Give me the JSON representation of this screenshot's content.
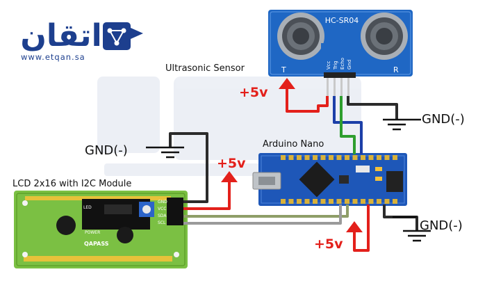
{
  "brand": {
    "arabic_name": "اتقان",
    "url": "www.etqan.sa",
    "color": "#1d3f8e"
  },
  "ultrasonic": {
    "caption": "Ultrasonic Sensor",
    "model": "HC-SR04",
    "left_mark": "T",
    "right_mark": "R",
    "pins": [
      "Vcc",
      "Trig",
      "Echo",
      "Gnd"
    ]
  },
  "arduino": {
    "caption": "Arduino Nano"
  },
  "lcd": {
    "caption": "LCD 2x16 with I2C Module",
    "i2c_pins": [
      "GND",
      "VCC",
      "SDA",
      "SCL"
    ],
    "labels": [
      "LED",
      "POWER",
      "QAPASS"
    ]
  },
  "power_labels": {
    "sensor_vcc": "+5v",
    "lcd_vcc": "+5v",
    "arduino_5v": "+5v"
  },
  "ground_labels": {
    "sensor_gnd": "GND(-)",
    "lcd_gnd": "GND(-)",
    "arduino_gnd": "GND(-)"
  },
  "colors": {
    "vcc_wire": "#e3201b",
    "gnd_wire": "#2b2b2b",
    "trig_wire": "#1c3fa8",
    "echo_wire": "#2e9e2e",
    "sda_wire": "#8f9e68",
    "scl_wire": "#9a9a9a",
    "board_blue": "#1e57b8",
    "lcd_green": "#7bc043"
  }
}
